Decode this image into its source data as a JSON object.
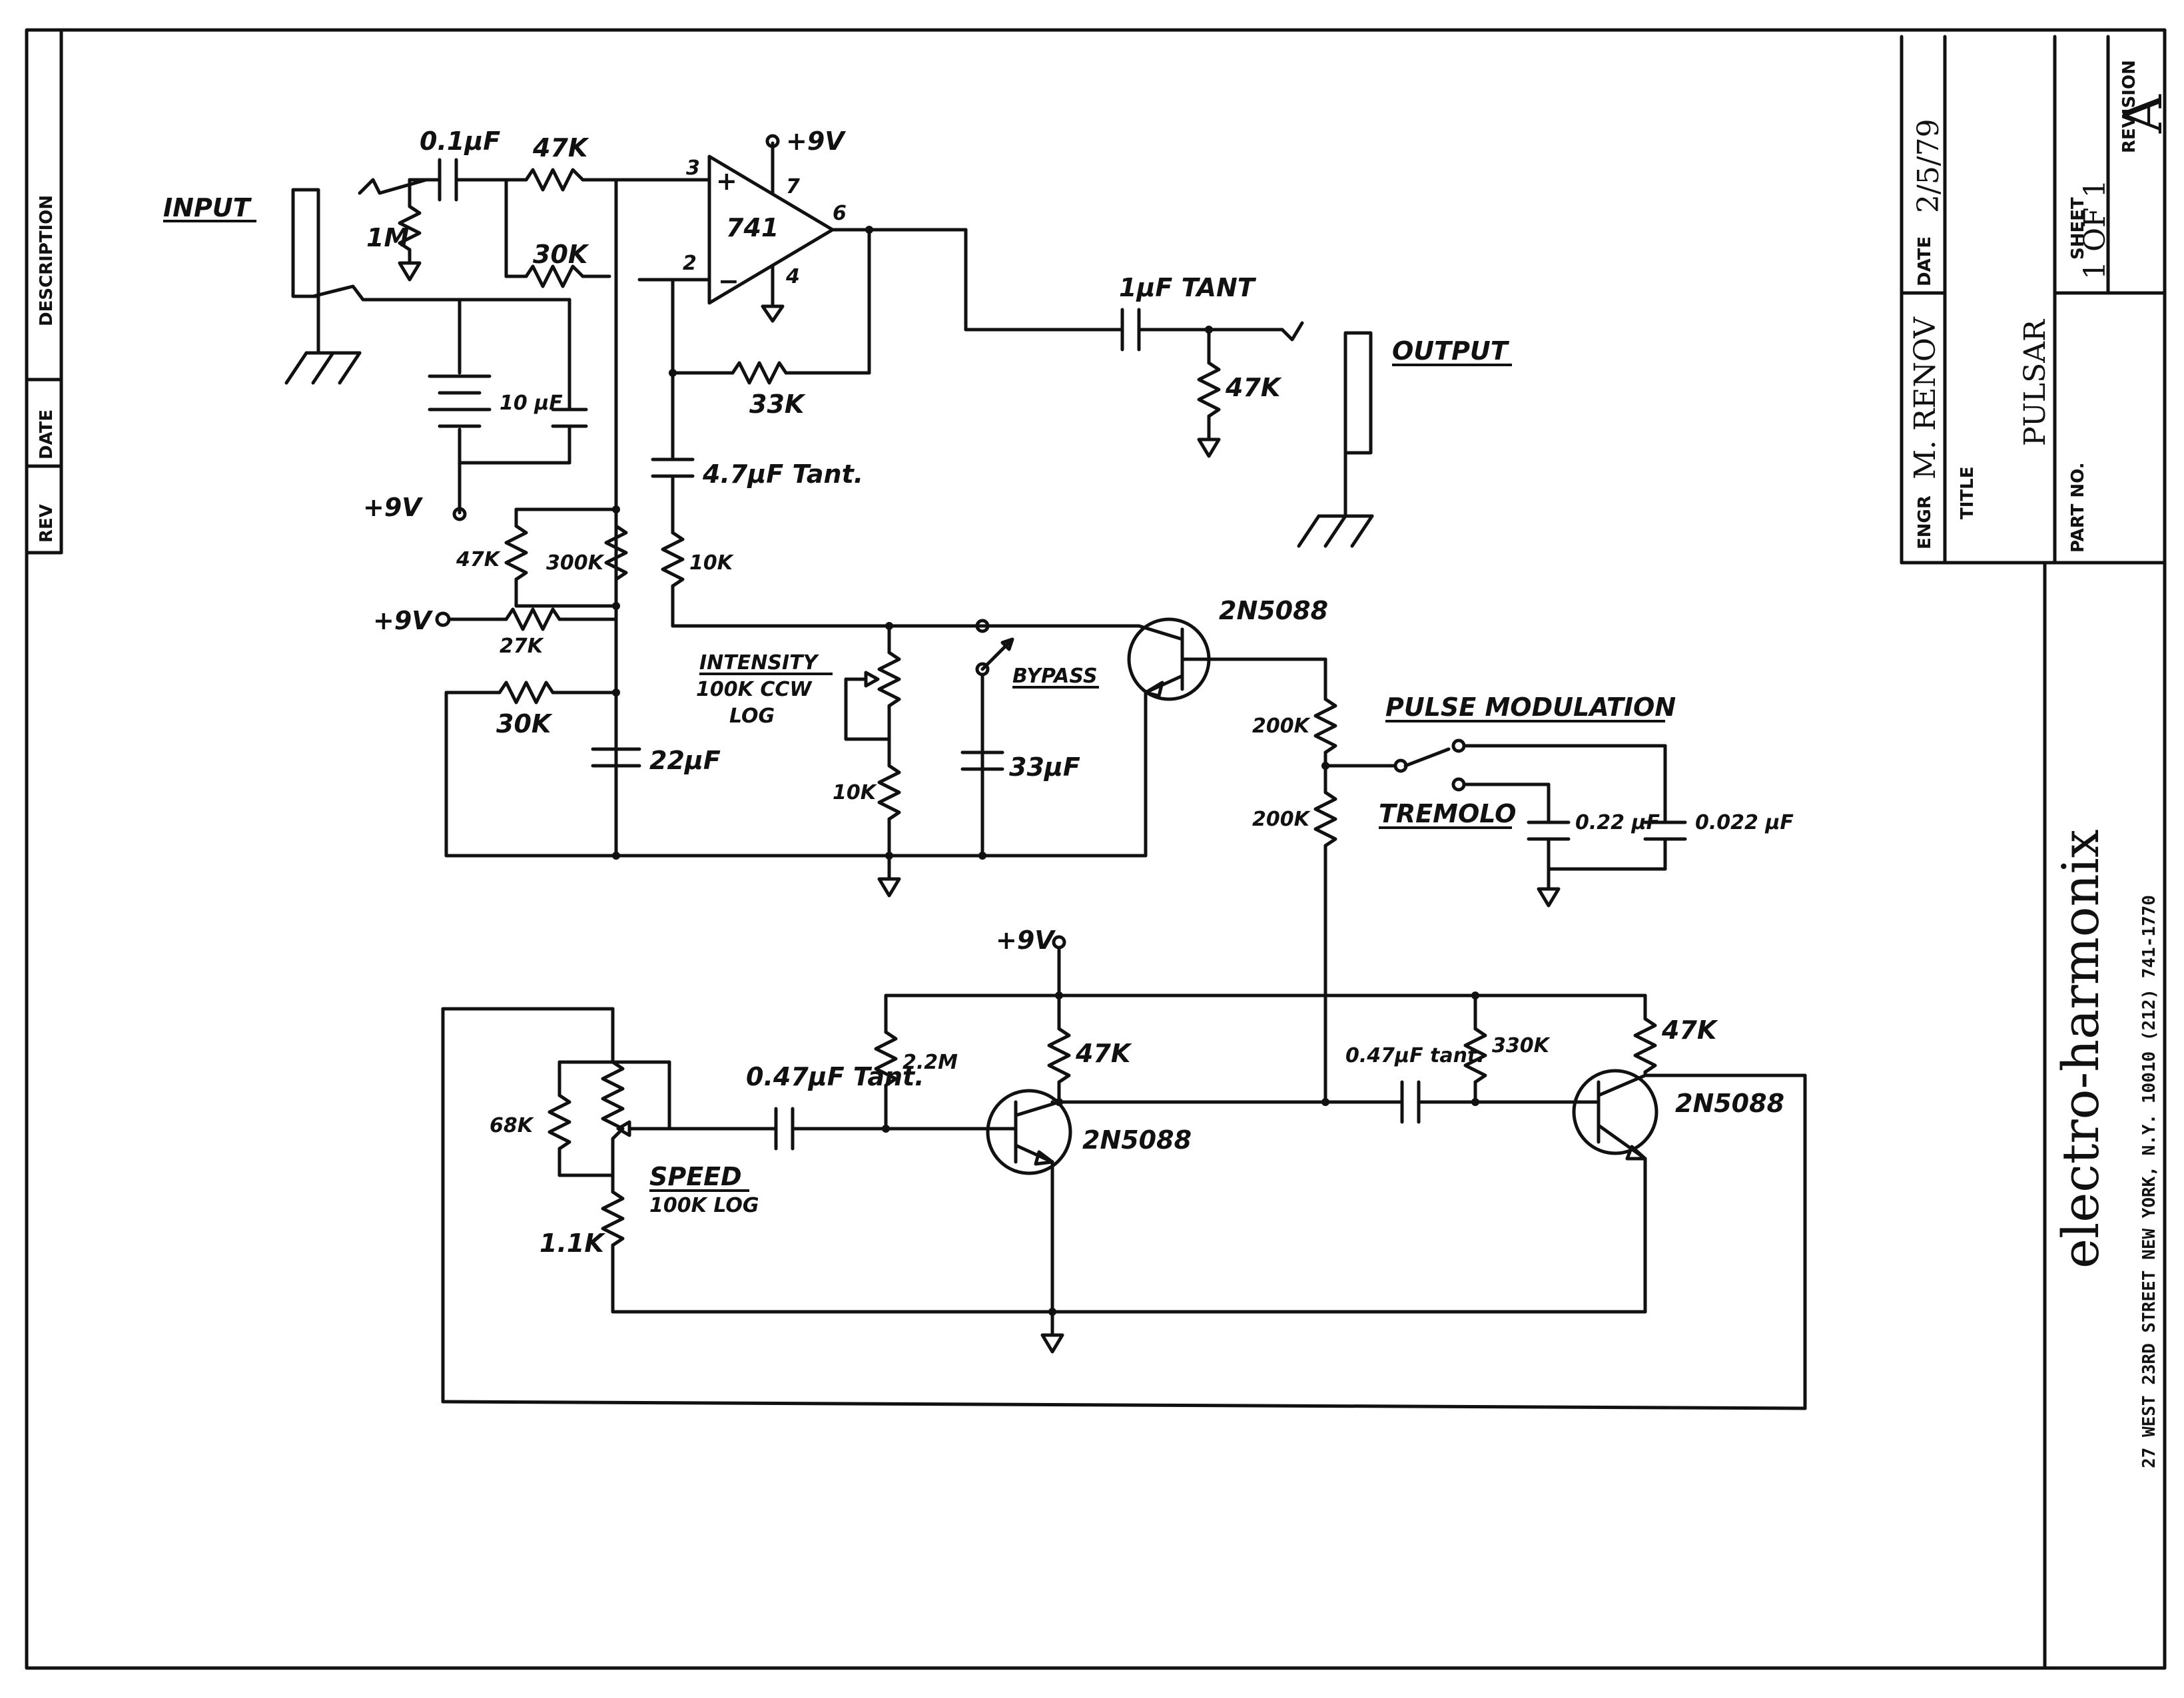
{
  "revision_block": {
    "rev": "REV",
    "date": "DATE",
    "description": "DESCRIPTION"
  },
  "title_block": {
    "engr_label": "ENGR",
    "engr_value": "M. RENOV",
    "date_label": "DATE",
    "date_value": "2/5/79",
    "title_label": "TITLE",
    "title_value": "PULSAR",
    "part_no_label": "PART NO.",
    "sheet_label": "SHEET",
    "sheet_value": "1 OF 1",
    "revision_label": "REVISION",
    "revision_value": "A",
    "company": "electro-harmonix",
    "address": "27 WEST 23RD STREET NEW YORK, N.Y. 10010 (212) 741-1770"
  },
  "labels": {
    "input": "INPUT",
    "output": "OUTPUT",
    "c_in": "0.1µF",
    "r_in_series": "47K",
    "r_in_ground": "1M",
    "r_30k_top": "30K",
    "c_10uf": "10 µF",
    "plus9_batt": "+9V",
    "r_47k_bias": "47K",
    "r_300k": "300K",
    "plus9_27k": "+9V",
    "r_27k": "27K",
    "r_30k_mid": "30K",
    "c_22uf": "22µF",
    "opamp": "741",
    "pin3": "3",
    "pin2": "2",
    "pin7": "7",
    "pin4": "4",
    "pin6": "6",
    "opamp_plus9": "+9V",
    "r_33k": "33K",
    "c_47uf": "4.7µF Tant.",
    "r_10k_fb": "10K",
    "c_out": "1µF TANT",
    "r_out_47k": "47K",
    "q1": "2N5088",
    "intensity": "INTENSITY",
    "intensity_sub": "100K CCW",
    "intensity_log": "LOG",
    "r_10k_int": "10K",
    "bypass": "BYPASS",
    "c_33uf": "33µF",
    "r_200k_a": "200K",
    "r_200k_b": "200K",
    "pulse_mod": "PULSE MODULATION",
    "tremolo": "TREMOLO",
    "c_022": "0.22 µF",
    "c_0022": "0.022 µF",
    "osc_plus9": "+9V",
    "r_47k_q2": "47K",
    "r_22m": "2.2M",
    "c_047_a": "0.47µF Tant.",
    "q2": "2N5088",
    "r_68k": "68K",
    "speed": "SPEED",
    "speed_sub": "100K LOG",
    "r_11k": "1.1K",
    "c_047_b": "0.47µF tant.",
    "r_330k": "330K",
    "r_47k_q3": "47K",
    "q3": "2N5088"
  }
}
